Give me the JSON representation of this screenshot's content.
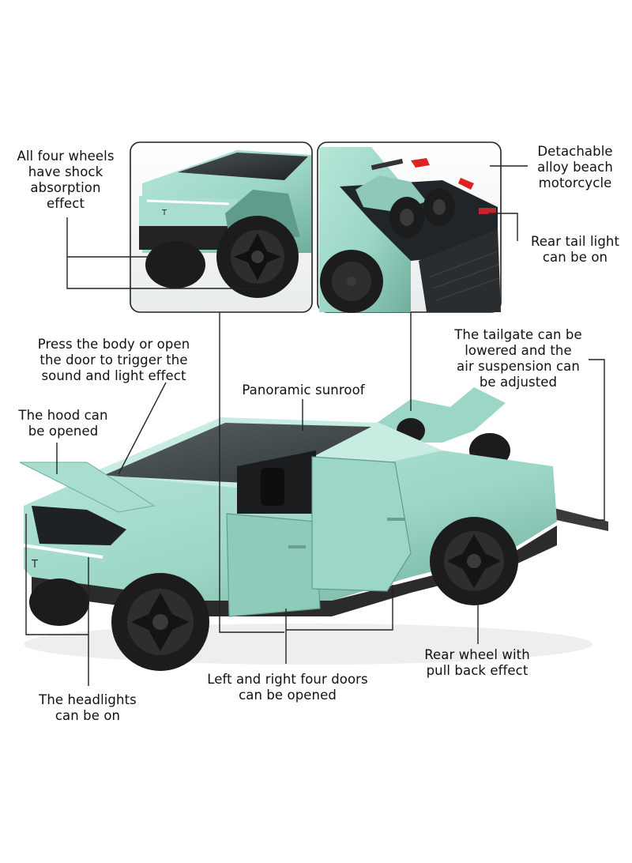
{
  "annotations": {
    "wheels_shock": "All four wheels\nhave shock\nabsorption\neffect",
    "motorcycle": "Detachable\nalloy beach\nmotorcycle",
    "tail_light": "Rear tail light\ncan be on",
    "sound_light": "Press the body or open\nthe door to trigger the\nsound and light effect",
    "tailgate": "The tailgate can be\nlowered and the\nair suspension can\nbe adjusted",
    "hood": "The hood can\nbe opened",
    "sunroof": "Panoramic sunroof",
    "rear_wheel": "Rear wheel with\npull back effect",
    "doors": "Left and right four doors\ncan be opened",
    "headlights": "The headlights\ncan be on"
  },
  "colors": {
    "body": "#9cd6c6",
    "body_shadow": "#6fae9d",
    "tire": "#1c1c1c",
    "rim": "#2e2e2e",
    "leader_line": "#222222"
  }
}
